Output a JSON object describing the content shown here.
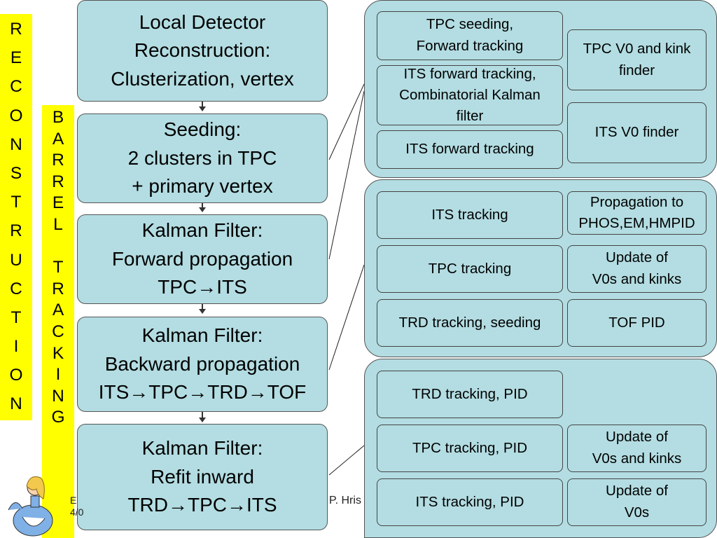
{
  "sidebar": {
    "reconstruction_letters": [
      "R",
      "E",
      "C",
      "O",
      "N",
      "S",
      "T",
      "R",
      "U",
      "C",
      "T",
      "I",
      "O",
      "N"
    ],
    "barrel_letters": [
      "B",
      "A",
      "R",
      "R",
      "E",
      "L",
      "",
      "T",
      "R",
      "A",
      "C",
      "K",
      "I",
      "N",
      "G"
    ]
  },
  "steps": [
    {
      "text": "Local Detector\nReconstruction:\nClusterization, vertex"
    },
    {
      "text": "Seeding:\n2 clusters in TPC\n+ primary vertex"
    },
    {
      "text": "Kalman Filter:\nForward propagation\nTPC→ITS"
    },
    {
      "text": "Kalman Filter:\nBackward propagation\nITS→TPC→TRD→TOF"
    },
    {
      "text": "Kalman Filter:\nRefit inward\nTRD→TPC→ITS"
    }
  ],
  "panels": [
    {
      "cells": [
        {
          "text": "TPC seeding,\nForward tracking"
        },
        {
          "text": "ITS forward tracking,\nCombinatorial Kalman\nfilter"
        },
        {
          "text": "ITS forward tracking"
        },
        {
          "text": "TPC V0 and kink\nfinder"
        },
        {
          "text": "ITS V0 finder"
        }
      ]
    },
    {
      "cells": [
        {
          "text": "ITS tracking"
        },
        {
          "text": "TPC tracking"
        },
        {
          "text": "TRD tracking, seeding"
        },
        {
          "text": "Propagation to\nPHOS,EM,HMPID"
        },
        {
          "text": "Update of\nV0s and kinks"
        },
        {
          "text": "TOF PID"
        }
      ]
    },
    {
      "cells": [
        {
          "text": "TRD tracking, PID"
        },
        {
          "text": "TPC tracking, PID"
        },
        {
          "text": "ITS tracking, PID"
        },
        {
          "text": "Update of\nV0s and kinks"
        },
        {
          "text": "Update of\nV0s"
        }
      ]
    }
  ],
  "footer": {
    "author": "P. Hris",
    "left": "E\n4/0"
  },
  "colors": {
    "box_fill": "#b3dde2",
    "sidebar": "#ffff00"
  }
}
